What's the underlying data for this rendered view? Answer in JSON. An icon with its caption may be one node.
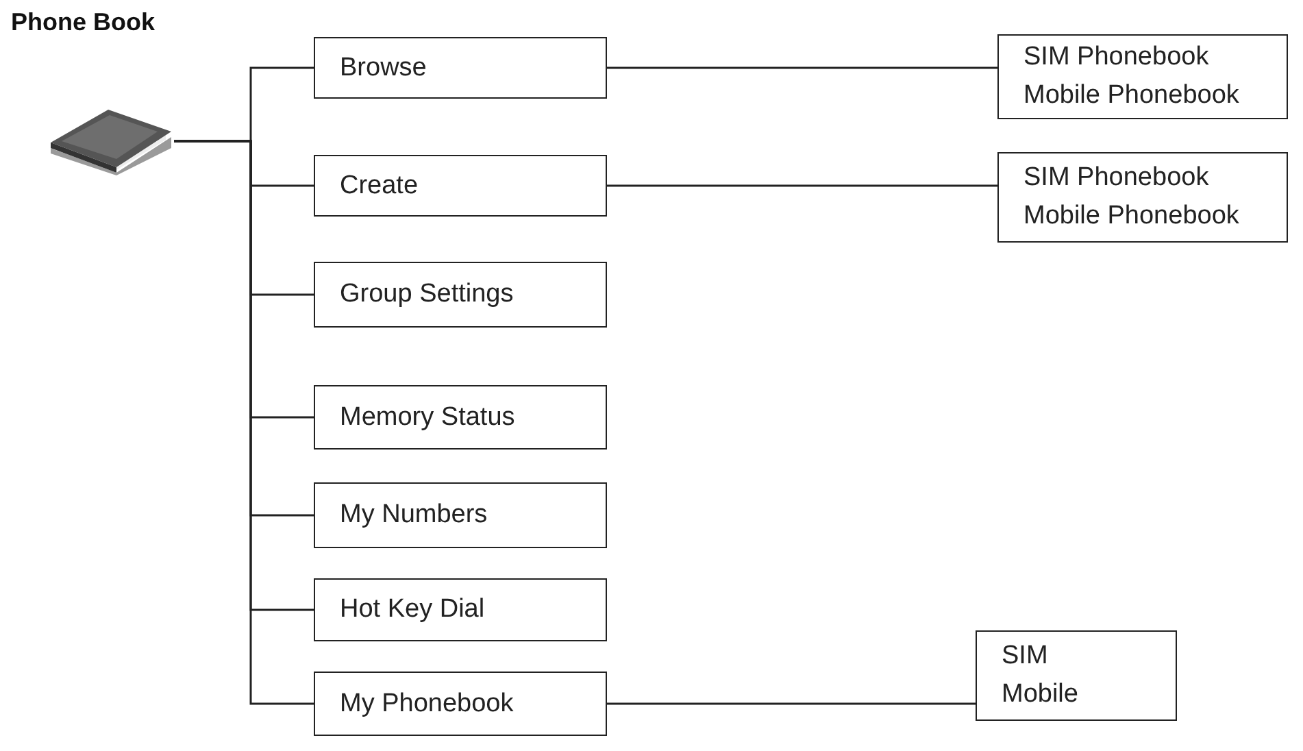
{
  "diagram": {
    "title": "Phone Book",
    "nodes": [
      {
        "text": [],
        "shape": "picture"
      },
      {
        "text": [
          "Browse"
        ]
      },
      {
        "text": [
          "Create"
        ]
      },
      {
        "text": [
          "Group Settings"
        ]
      },
      {
        "text": [
          "Memory Status"
        ]
      },
      {
        "text": [
          "My Numbers"
        ]
      },
      {
        "text": [
          "Hot Key Dial"
        ]
      },
      {
        "text": [
          "My Phonebook"
        ]
      },
      {
        "text": [
          "SIM Phonebook",
          "Mobile Phonebook"
        ]
      },
      {
        "text": [
          "SIM Phonebook",
          "Mobile Phonebook"
        ]
      },
      {
        "text": [
          "SIM",
          "Mobile"
        ]
      }
    ],
    "edges": [
      {
        "from": 0,
        "to": 1,
        "arrow": "none"
      },
      {
        "from": 0,
        "to": 2,
        "arrow": "none"
      },
      {
        "from": 0,
        "to": 3,
        "arrow": "none"
      },
      {
        "from": 0,
        "to": 4,
        "arrow": "none"
      },
      {
        "from": 0,
        "to": 5,
        "arrow": "none"
      },
      {
        "from": 0,
        "to": 6,
        "arrow": "none"
      },
      {
        "from": 0,
        "to": 7,
        "arrow": "none"
      },
      {
        "from": 1,
        "to": 8,
        "arrow": "none"
      },
      {
        "from": 2,
        "to": 9,
        "arrow": "none"
      },
      {
        "from": 7,
        "to": 10,
        "arrow": "none"
      }
    ]
  }
}
